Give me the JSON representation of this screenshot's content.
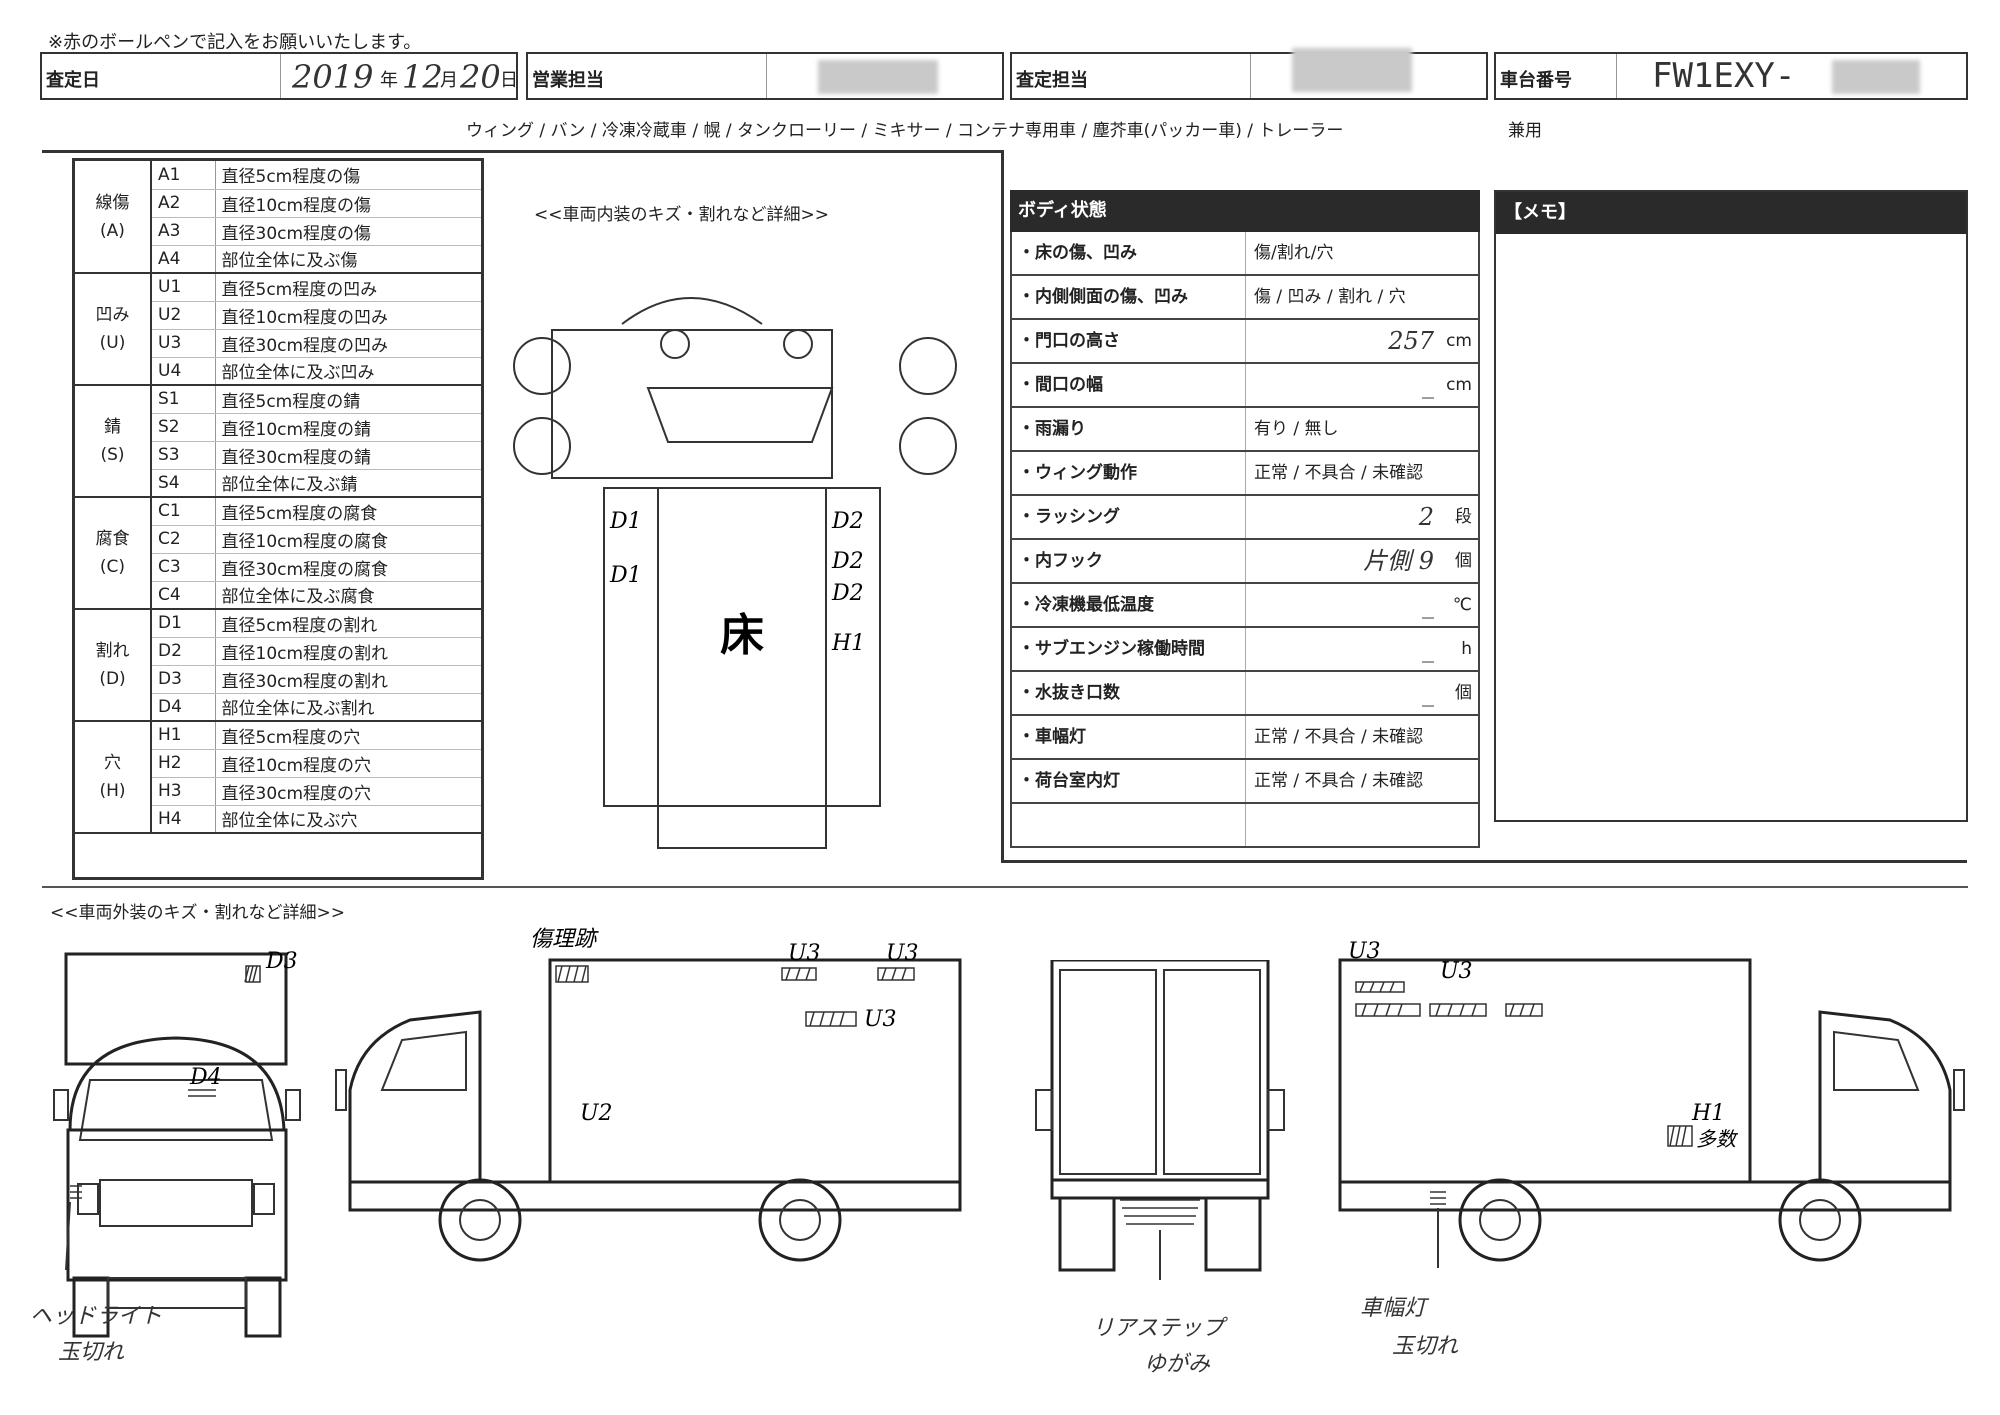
{
  "note": "※赤のボールペンで記入をお願いいたします。",
  "header": {
    "assess_date_label": "査定日",
    "year": "2019",
    "year_unit": "年",
    "month": "12",
    "month_unit": "月",
    "day": "20",
    "day_unit": "日",
    "sales_label": "営業担当",
    "assessor_label": "査定担当",
    "chassis_label": "車台番号",
    "chassis_value": "FW1EXY-"
  },
  "vehicle_types": "ウィング / バン / 冷凍冷蔵車 / 幌 / タンクローリー / ミキサー / コンテナ専用車 / 塵芥車(パッカー車) / トレーラー",
  "combined": "兼用",
  "legend": [
    {
      "group": "線傷",
      "abbr": "(A)",
      "rows": [
        [
          "A1",
          "直径5cm程度の傷"
        ],
        [
          "A2",
          "直径10cm程度の傷"
        ],
        [
          "A3",
          "直径30cm程度の傷"
        ],
        [
          "A4",
          "部位全体に及ぶ傷"
        ]
      ]
    },
    {
      "group": "凹み",
      "abbr": "(U)",
      "rows": [
        [
          "U1",
          "直径5cm程度の凹み"
        ],
        [
          "U2",
          "直径10cm程度の凹み"
        ],
        [
          "U3",
          "直径30cm程度の凹み"
        ],
        [
          "U4",
          "部位全体に及ぶ凹み"
        ]
      ]
    },
    {
      "group": "錆",
      "abbr": "(S)",
      "rows": [
        [
          "S1",
          "直径5cm程度の錆"
        ],
        [
          "S2",
          "直径10cm程度の錆"
        ],
        [
          "S3",
          "直径30cm程度の錆"
        ],
        [
          "S4",
          "部位全体に及ぶ錆"
        ]
      ]
    },
    {
      "group": "腐食",
      "abbr": "(C)",
      "rows": [
        [
          "C1",
          "直径5cm程度の腐食"
        ],
        [
          "C2",
          "直径10cm程度の腐食"
        ],
        [
          "C3",
          "直径30cm程度の腐食"
        ],
        [
          "C4",
          "部位全体に及ぶ腐食"
        ]
      ]
    },
    {
      "group": "割れ",
      "abbr": "(D)",
      "rows": [
        [
          "D1",
          "直径5cm程度の割れ"
        ],
        [
          "D2",
          "直径10cm程度の割れ"
        ],
        [
          "D3",
          "直径30cm程度の割れ"
        ],
        [
          "D4",
          "部位全体に及ぶ割れ"
        ]
      ]
    },
    {
      "group": "穴",
      "abbr": "(H)",
      "rows": [
        [
          "H1",
          "直径5cm程度の穴"
        ],
        [
          "H2",
          "直径10cm程度の穴"
        ],
        [
          "H3",
          "直径30cm程度の穴"
        ],
        [
          "H4",
          "部位全体に及ぶ穴"
        ]
      ]
    }
  ],
  "interior_title": "<<車両内装のキズ・割れなど詳細>>",
  "floor_label": "床",
  "interior_marks": [
    "D1",
    "D1",
    "D2",
    "D2",
    "D2",
    "H1"
  ],
  "body_state": {
    "title": "ボディ状態",
    "rows": [
      {
        "label": "・床の傷、凹み",
        "value": "傷/割れ/穴",
        "unit": ""
      },
      {
        "label": "・内側側面の傷、凹み",
        "value": "傷 / 凹み / 割れ / 穴",
        "unit": ""
      },
      {
        "label": "・門口の高さ",
        "value": "257",
        "unit": "cm"
      },
      {
        "label": "・間口の幅",
        "value": "_",
        "unit": "cm"
      },
      {
        "label": "・雨漏り",
        "value": "有り / 無し",
        "unit": ""
      },
      {
        "label": "・ウィング動作",
        "value": "正常 / 不具合 / 未確認",
        "unit": ""
      },
      {
        "label": "・ラッシング",
        "value": "2",
        "unit": "段"
      },
      {
        "label": "・内フック",
        "value": "片側 9",
        "unit": "個"
      },
      {
        "label": "・冷凍機最低温度",
        "value": "_",
        "unit": "℃"
      },
      {
        "label": "・サブエンジン稼働時間",
        "value": "_",
        "unit": "h"
      },
      {
        "label": "・水抜き口数",
        "value": "_",
        "unit": "個"
      },
      {
        "label": "・車幅灯",
        "value": "正常 / 不具合 / 未確認",
        "unit": ""
      },
      {
        "label": "・荷台室内灯",
        "value": "正常 / 不具合 / 未確認",
        "unit": ""
      },
      {
        "label": "",
        "value": "",
        "unit": ""
      }
    ]
  },
  "memo_title": "【メモ】",
  "exterior_title": "<<車両外装のキズ・割れなど詳細>>",
  "exterior_marks": {
    "front_d3": "D3",
    "front_d4": "D4",
    "headlight_line1": "ヘッドライト",
    "headlight_line2": "玉切れ",
    "left_repair": "傷理跡",
    "left_u3_a": "U3",
    "left_u3_b": "U3",
    "left_u3_c": "U3",
    "left_u2": "U2",
    "rear_step_line1": "リアステップ",
    "rear_step_line2": "ゆがみ",
    "right_u3_a": "U3",
    "right_u3_b": "U3",
    "right_h1": "H1",
    "right_h1_note": "多数",
    "width_lamp_line1": "車幅灯",
    "width_lamp_line2": "玉切れ"
  }
}
